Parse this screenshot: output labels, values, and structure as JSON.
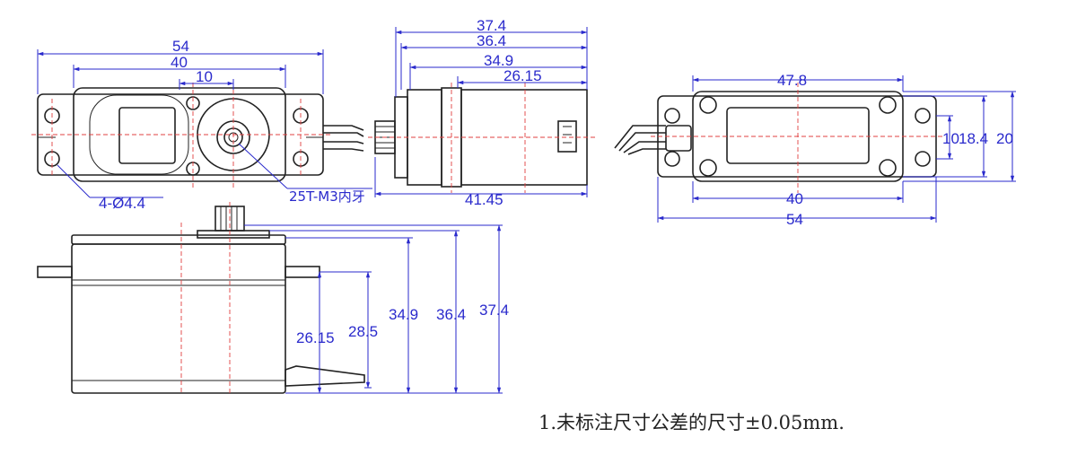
{
  "top_view": {
    "dims": {
      "overall": "54",
      "holes": "40",
      "offset": "10"
    },
    "hole_callout": "4-Ø4.4",
    "spline_callout": "25T-M3内牙"
  },
  "side_view": {
    "dims": {
      "a": "37.4",
      "b": "36.4",
      "c": "34.9",
      "d": "26.15",
      "e": "41.45"
    }
  },
  "bottom_view": {
    "dims": {
      "width": "47.8",
      "holes": "40",
      "overall": "54",
      "v1": "10",
      "v2": "18.4",
      "v3": "20"
    }
  },
  "front_view": {
    "dims": {
      "h1": "26.15",
      "h2": "28.5",
      "h3": "34.9",
      "h4": "36.4",
      "h5": "37.4"
    }
  },
  "note": "1.未标注尺寸公差的尺寸±0.05mm."
}
